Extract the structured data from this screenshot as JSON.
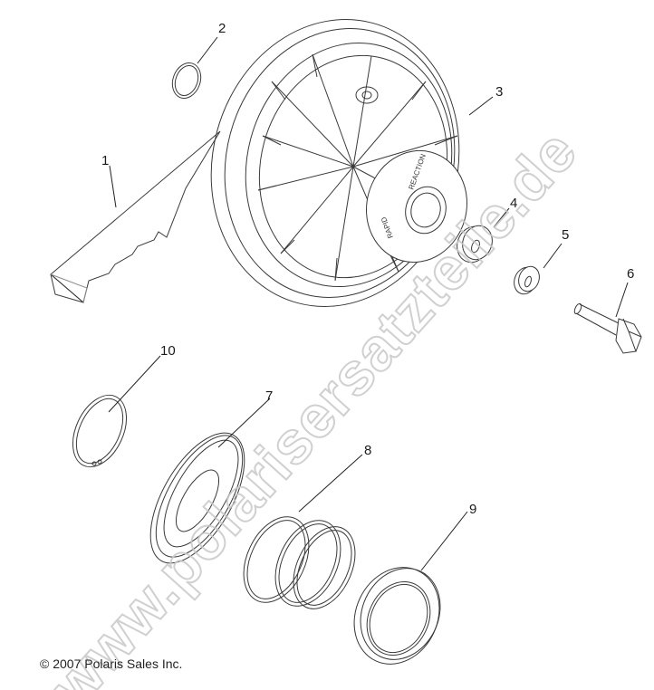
{
  "diagram": {
    "type": "exploded-parts-diagram",
    "subject": "driven clutch assembly",
    "hub_text": [
      "REACTION",
      "RAPID"
    ],
    "callouts": [
      {
        "id": "1",
        "label": "1",
        "part": "drive belt"
      },
      {
        "id": "2",
        "label": "2",
        "part": "small ring / washer"
      },
      {
        "id": "3",
        "label": "3",
        "part": "driven clutch (sheave assembly)"
      },
      {
        "id": "4",
        "label": "4",
        "part": "flat washer"
      },
      {
        "id": "5",
        "label": "5",
        "part": "washer"
      },
      {
        "id": "6",
        "label": "6",
        "part": "hex bolt"
      },
      {
        "id": "7",
        "label": "7",
        "part": "spring cup / seat"
      },
      {
        "id": "8",
        "label": "8",
        "part": "spring"
      },
      {
        "id": "9",
        "label": "9",
        "part": "cover / cap"
      },
      {
        "id": "10",
        "label": "10",
        "part": "snap ring"
      }
    ]
  },
  "copyright": "© 2007 Polaris Sales Inc.",
  "watermark": "www.polarisersatzteile.de",
  "colors": {
    "line": "#3a3a3a",
    "watermark": "#c8c8c8",
    "background": "#ffffff"
  }
}
